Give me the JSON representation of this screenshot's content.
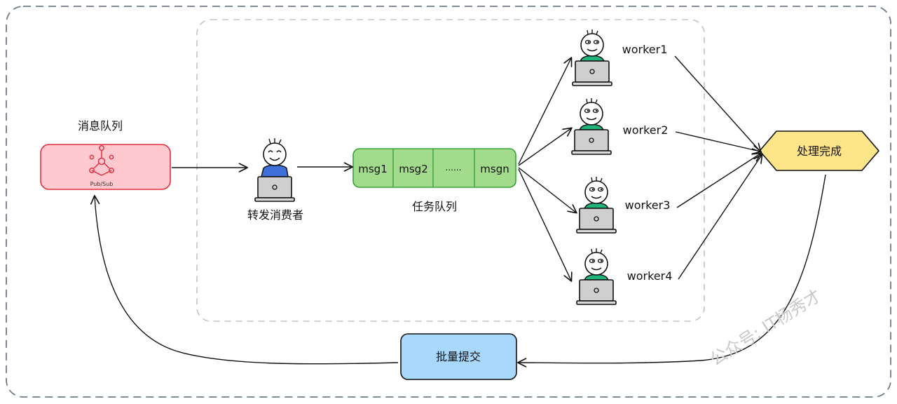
{
  "mq": {
    "title": "消息队列",
    "badge": "Pub/Sub"
  },
  "forwarder": {
    "label": "转发消费者"
  },
  "task_queue": {
    "label": "任务队列",
    "cells": [
      "msg1",
      "msg2",
      "......",
      "msgn"
    ]
  },
  "workers": [
    {
      "name": "worker1"
    },
    {
      "name": "worker2"
    },
    {
      "name": "worker3"
    },
    {
      "name": "worker4"
    }
  ],
  "done": {
    "label": "处理完成"
  },
  "batch": {
    "label": "批量提交"
  },
  "watermark": "公众号: IT杨秀才",
  "colors": {
    "mq_fill": "#ffc9cf",
    "mq_stroke": "#e0313e",
    "queue_fill": "#a3db8c",
    "queue_stroke": "#3aa33a",
    "done_fill": "#ffe58a",
    "batch_fill": "#a8d8fb",
    "worker_shirt": "#1fb47a",
    "forwarder_shirt": "#3f6fd8"
  }
}
